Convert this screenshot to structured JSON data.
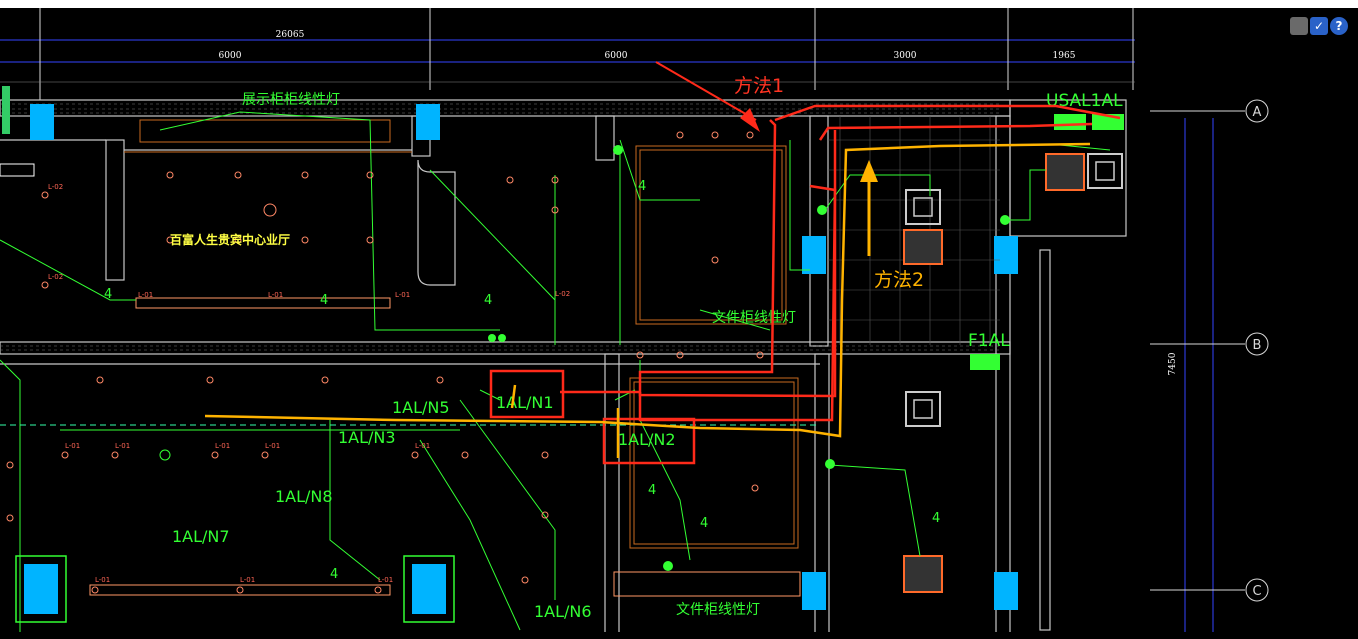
{
  "dimensions": {
    "total": "26065",
    "segments": [
      "6000",
      "6000",
      "3000",
      "1965"
    ],
    "vertical": "7450"
  },
  "axes": [
    "A",
    "B",
    "C"
  ],
  "circuit_labels": [
    "1AL/N5",
    "1AL/N1",
    "1AL/N3",
    "1AL/N2",
    "1AL/N8",
    "1AL/N7",
    "1AL/N6"
  ],
  "panels": [
    "USAL1AL",
    "F1AL"
  ],
  "room_labels": {
    "display_cabinet_light": "展示柜柜线性灯",
    "vip_hall": "百富人生贵宾中心业厅",
    "file_cabinet_light_1": "文件柜线性灯",
    "file_cabinet_light_2": "文件柜线性灯"
  },
  "fixture_labels": {
    "l02": "L-02",
    "l01": "L-01",
    "wire_count": "4"
  },
  "annotations": {
    "method1": "方法1",
    "method2": "方法2"
  },
  "colors": {
    "background": "#000000",
    "wire_green": "#33ff33",
    "wall": "#c0c0c0",
    "method1": "#ff2a1a",
    "method2": "#ffb300",
    "column": "#00b4ff"
  },
  "toolbar": [
    "check-icon",
    "help-icon"
  ]
}
